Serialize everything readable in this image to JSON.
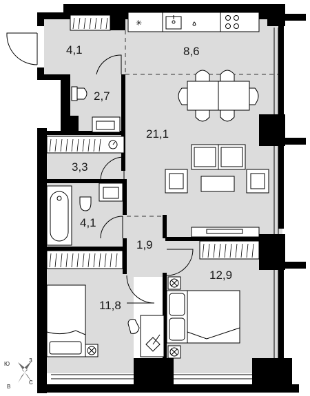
{
  "colors": {
    "wall": "#000000",
    "floor": "#dcdcdc",
    "fixture": "#ffffff",
    "line": "#000000"
  },
  "rooms": [
    {
      "id": "hall",
      "area_label": "4,1"
    },
    {
      "id": "kitchen",
      "area_label": "8,6"
    },
    {
      "id": "wc",
      "area_label": "2,7"
    },
    {
      "id": "living",
      "area_label": "21,1"
    },
    {
      "id": "wardrobe",
      "area_label": "3,3"
    },
    {
      "id": "bathroom",
      "area_label": "4,1"
    },
    {
      "id": "corridor",
      "area_label": "1,9"
    },
    {
      "id": "bedroom-large",
      "area_label": "12,9"
    },
    {
      "id": "bedroom-small",
      "area_label": "11,8"
    }
  ],
  "compass": {
    "north": "С",
    "south": "Ю",
    "west": "З",
    "east": "В"
  }
}
